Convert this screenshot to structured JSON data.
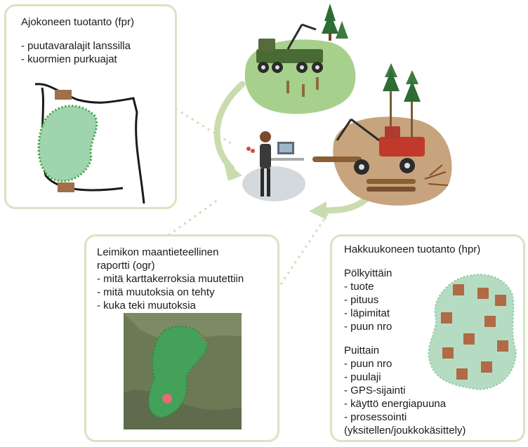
{
  "box_fpr": {
    "title": "Ajokoneen tuotanto (fpr)",
    "items": [
      "- puutavaralajit lanssilla",
      "- kuormien purkuajat"
    ]
  },
  "box_ogr": {
    "title_line1": "Leimikon maantieteellinen",
    "title_line2": "raportti (ogr)",
    "items": [
      "- mitä karttakerroksia muutettiin",
      "- mitä muutoksia on tehty",
      "- kuka teki muutoksia"
    ]
  },
  "box_hpr": {
    "title": "Hakkuukoneen tuotanto (hpr)",
    "section1_title": "Pölkyittäin",
    "section1_items": [
      "- tuote",
      "- pituus",
      "- läpimitat",
      "- puun nro"
    ],
    "section2_title": "Puittain",
    "section2_items": [
      "- puun nro",
      "- puulaji",
      "- GPS-sijainti",
      "- käyttö energiapuuna",
      "- prosessointi",
      "(yksitellen/joukkokäsittely)"
    ]
  },
  "colors": {
    "box_border": "#d7e5c2",
    "area_fill": "#6cc08a",
    "area_border": "#3aa03a",
    "arrow": "#c9dcae",
    "ground_green": "#a8d08d",
    "ground_brown": "#c7a47d",
    "machine_red": "#c0392b"
  }
}
